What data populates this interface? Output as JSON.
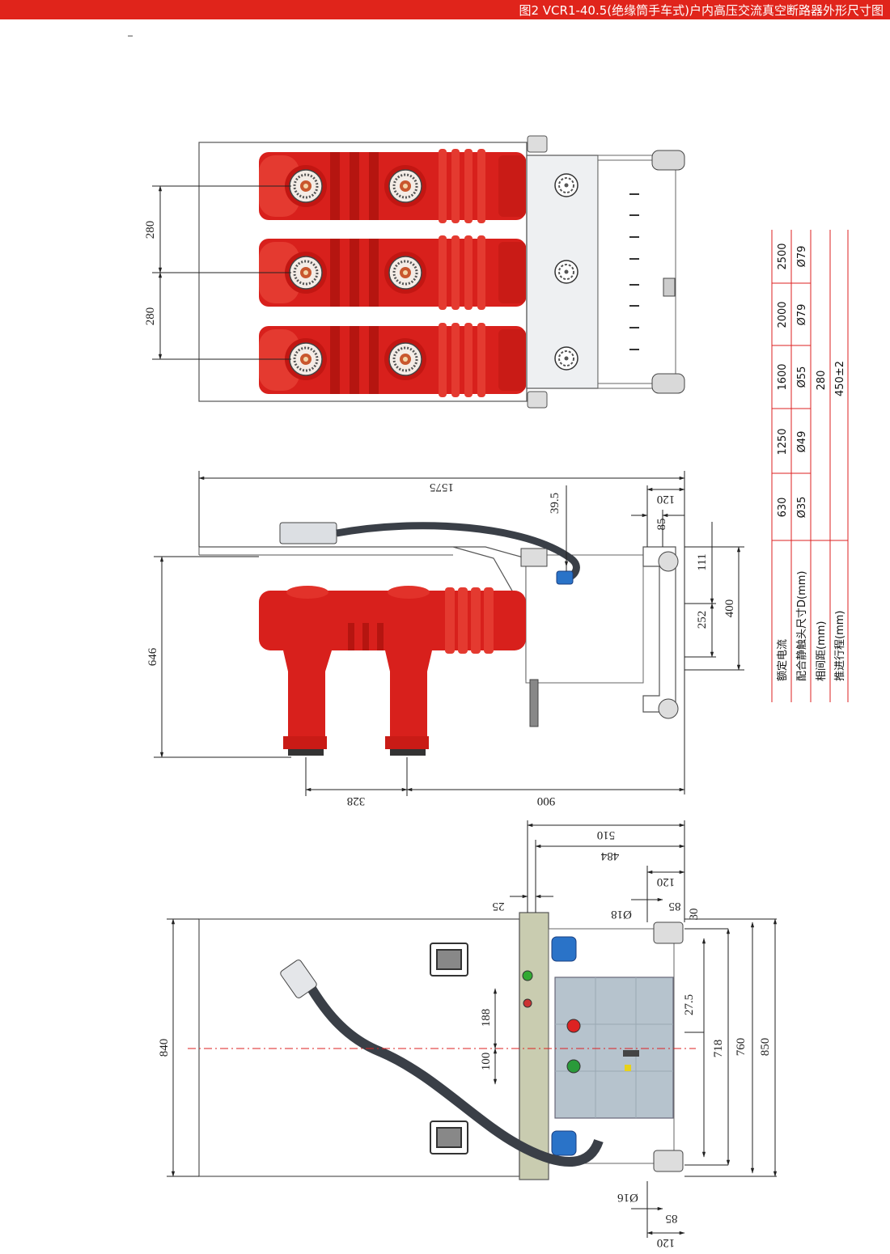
{
  "banner": {
    "title": "图2 VCR1-40.5(绝缘筒手车式)户内高压交流真空断路器外形尺寸图",
    "color": "#e0241b"
  },
  "colors": {
    "insulator_red": "#d8201c",
    "hose": "#3a3f47",
    "steel": "#eef0f2",
    "panel_blue": "#b6c3cd",
    "frame_green": "#c9ccb0"
  },
  "top_view": {
    "dims": [
      "280",
      "280"
    ]
  },
  "side_view": {
    "dims": [
      "1575",
      "39.5",
      "120",
      "85",
      "111",
      "400",
      "252",
      "646",
      "328",
      "900"
    ]
  },
  "front_view": {
    "dims": [
      "510",
      "484",
      "120",
      "25",
      "85",
      "Ø18",
      "30",
      "27.5",
      "188",
      "100",
      "840",
      "718",
      "760",
      "850",
      "Ø16",
      "85",
      "120"
    ]
  },
  "table": {
    "row_headers": [
      "额定电流",
      "配合静触头尺寸D(mm)",
      "相间距(mm)",
      "推进行程(mm)"
    ],
    "columns": [
      "630",
      "1250",
      "1600",
      "2000",
      "2500"
    ],
    "contact_sizes": [
      "Ø35",
      "Ø49",
      "Ø55",
      "Ø79",
      "Ø79"
    ],
    "phase_spacing": "280",
    "travel": "450±2"
  }
}
